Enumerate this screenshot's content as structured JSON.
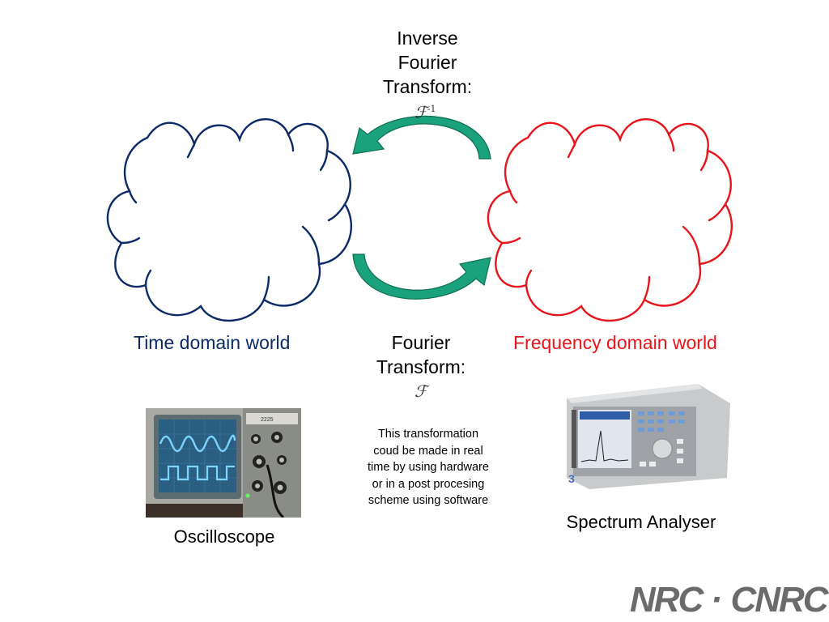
{
  "inverse_transform": {
    "lines": [
      "Inverse",
      "Fourier",
      "Transform:"
    ],
    "symbol": "ℱ",
    "superscript": "-1"
  },
  "forward_transform": {
    "lines": [
      "Fourier",
      "Transform:"
    ],
    "symbol": "ℱ"
  },
  "time_domain": {
    "label": "Time domain world",
    "color": "#0d2a66"
  },
  "frequency_domain": {
    "label": "Frequency domain world",
    "color": "#e8141b"
  },
  "arrow_color": "#1aa27d",
  "note": {
    "lines": [
      "This transformation",
      "coud be made in real",
      "time by using hardware",
      "or in a post procesing",
      "scheme using software"
    ]
  },
  "oscilloscope": {
    "label": "Oscilloscope",
    "trace_color": "#7fd3ff"
  },
  "spectrum_analyser": {
    "label": "Spectrum Analyser"
  },
  "logo": {
    "text_left": "NRC",
    "separator": "·",
    "text_right": "CNRC"
  }
}
